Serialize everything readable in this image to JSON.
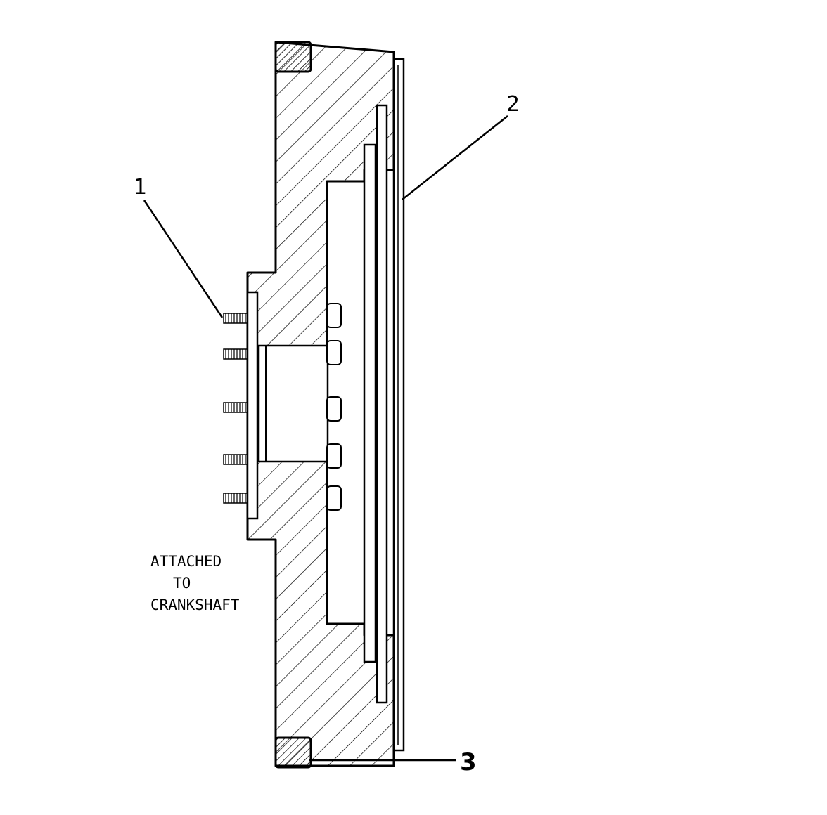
{
  "callouts": {
    "one": "1",
    "two": "2",
    "three": "3"
  },
  "note": {
    "line1": "ATTACHED",
    "line2": "TO",
    "line3": "CRANKSHAFT"
  },
  "colors": {
    "ink": "#000000",
    "paper": "#ffffff"
  }
}
